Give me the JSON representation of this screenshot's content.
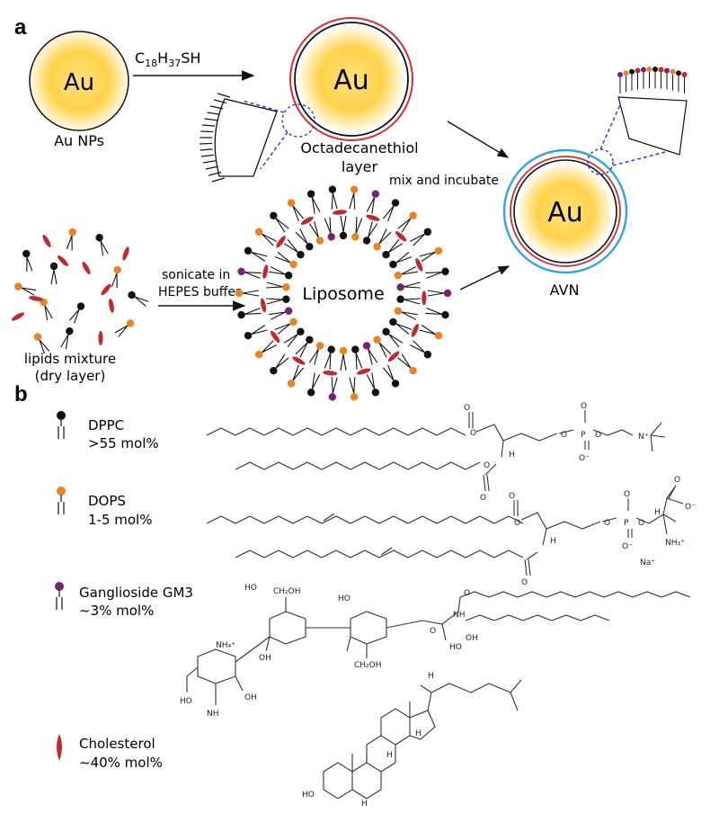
{
  "panel_a": {
    "label": "a",
    "au_symbol": "Au",
    "au_nps_caption": "Au NPs",
    "reagent_main": "C",
    "reagent_sub1": "18",
    "reagent_mid": "H",
    "reagent_sub2": "37",
    "reagent_tail": "SH",
    "layer_caption_line1": "Octadecanethiol",
    "layer_caption_line2": "layer",
    "mix_caption": "mix and incubate",
    "avn_caption": "AVN",
    "sonicate_line1": "sonicate in",
    "sonicate_line2": "HEPES buffer",
    "liposome_caption": "Liposome",
    "lipids_line1": "lipids mixture",
    "lipids_line2": "(dry layer)"
  },
  "panel_b": {
    "label": "b",
    "components": [
      {
        "name": "DPPC",
        "amount": ">55 mol%",
        "head_color": "#111111"
      },
      {
        "name": "DOPS",
        "amount": "1-5 mol%",
        "head_color": "#f07f1c"
      },
      {
        "name": "Ganglioside GM3",
        "amount": "~3% mol%",
        "head_color": "#7a1f7a"
      },
      {
        "name": "Cholesterol",
        "amount": "~40% mol%",
        "head_color": "#c62828"
      }
    ],
    "atoms": {
      "o": "O",
      "om": "O⁻",
      "p": "P",
      "h": "H",
      "nplus": "N⁺",
      "nh3": "NH₃⁺",
      "na": "Na⁺",
      "oh": "OH",
      "ho": "HO",
      "ch2oh": "CH₂OH",
      "nh": "NH",
      "nh4": "NH₄⁺",
      "n": "N"
    }
  },
  "colors": {
    "gold_center": "#ffe27a",
    "gold_edge": "#f3b51a",
    "thiol_ring": "#d62d2d",
    "lipid_ring": "#2aa5e8",
    "connector": "#2233cc",
    "purple": "#7a1f7a",
    "orange": "#f07f1c",
    "red": "#c62828"
  }
}
